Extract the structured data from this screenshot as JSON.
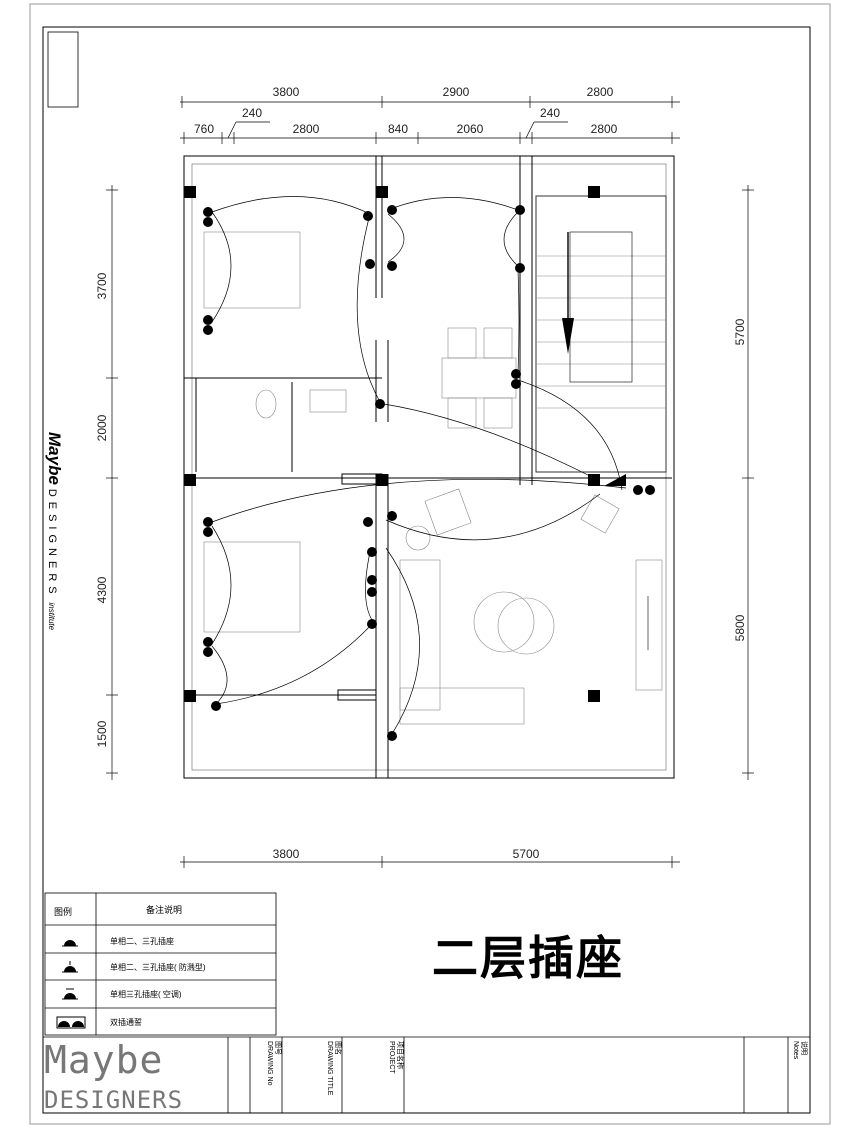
{
  "drawing_title": "二层插座",
  "brand": {
    "vertical_main": "Maybe",
    "vertical_sub": "DESIGNERS",
    "vertical_suffix": "institute",
    "logo_line1": "Maybe",
    "logo_line2": "DESIGNERS"
  },
  "dimensions": {
    "top_row1": [
      "3800",
      "2900",
      "2800"
    ],
    "top_row2": [
      "760",
      "240",
      "2800",
      "840",
      "2060",
      "240",
      "2800"
    ],
    "left": [
      "3700",
      "2000",
      "4300",
      "1500"
    ],
    "right": [
      "5700",
      "5800"
    ],
    "bottom": [
      "3800",
      "5700"
    ]
  },
  "legend": {
    "col_symbol": "图例",
    "col_note": "备注说明",
    "items": [
      {
        "icon": "socket-single-icon",
        "label": "单相二、三孔插座"
      },
      {
        "icon": "socket-splashproof-icon",
        "label": "单相二、三孔插座( 防溅型)"
      },
      {
        "icon": "socket-ac-icon",
        "label": "单相三孔插座( 空调)"
      },
      {
        "icon": "socket-double-icon",
        "label": "双插通誓"
      }
    ]
  },
  "title_block": {
    "notes_en": "Notes",
    "notes_cn": "说明",
    "project_en": "PROJECT",
    "project_cn": "项目名称",
    "drawing_title_en": "DRAWING TITLE",
    "drawing_title_cn": "图名",
    "drawing_no_en": "DRAWING No",
    "drawing_no_cn": "图号"
  },
  "colors": {
    "line": "#000000",
    "thin": "#555555",
    "furniture": "#888888",
    "brand_grey": "#777777"
  }
}
